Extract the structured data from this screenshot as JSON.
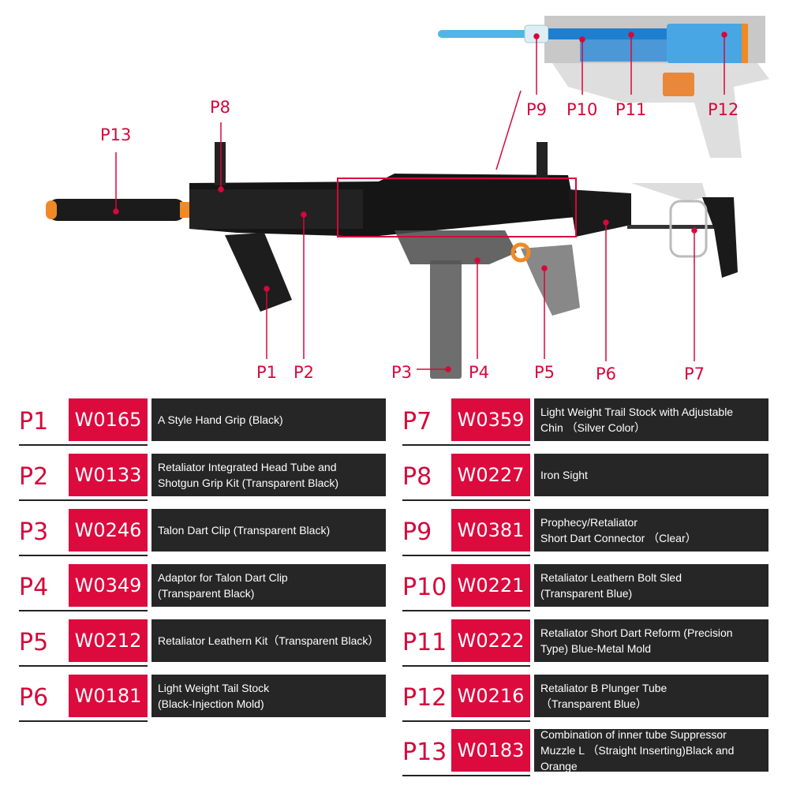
{
  "callouts": [
    "P1",
    "P2",
    "P3",
    "P4",
    "P5",
    "P6",
    "P7",
    "P8",
    "P9",
    "P10",
    "P11",
    "P12",
    "P13"
  ],
  "parts_left": [
    {
      "id": "P1",
      "code": "W0165",
      "desc": "A  Style Hand Grip (Black)"
    },
    {
      "id": "P2",
      "code": "W0133",
      "desc": "Retaliator Integrated Head Tube and\nShotgun Grip Kit (Transparent Black)"
    },
    {
      "id": "P3",
      "code": "W0246",
      "desc": "Talon Dart Clip (Transparent Black)"
    },
    {
      "id": "P4",
      "code": "W0349",
      "desc": "Adaptor for Talon Dart Clip\n(Transparent Black)"
    },
    {
      "id": "P5",
      "code": "W0212",
      "desc": "Retaliator Leathern Kit（Transparent Black）"
    },
    {
      "id": "P6",
      "code": "W0181",
      "desc": "Light Weight Tail Stock\n(Black-Injection Mold)"
    }
  ],
  "parts_right": [
    {
      "id": "P7",
      "code": "W0359",
      "desc": "Light Weight Trail Stock with Adjustable\nChin （Silver Color）"
    },
    {
      "id": "P8",
      "code": "W0227",
      "desc": "Iron Sight"
    },
    {
      "id": "P9",
      "code": "W0381",
      "desc": "Prophecy/Retaliator\nShort Dart Connector （Clear）"
    },
    {
      "id": "P10",
      "code": "W0221",
      "desc": "Retaliator Leathern Bolt Sled\n(Transparent Blue)"
    },
    {
      "id": "P11",
      "code": "W0222",
      "desc": "Retaliator Short Dart Reform (Precision\nType) Blue-Metal Mold"
    },
    {
      "id": "P12",
      "code": "W0216",
      "desc": "Retaliator  B Plunger Tube\n （Transparent Blue）"
    },
    {
      "id": "P13",
      "code": "W0183",
      "desc": "Combination of inner tube Suppressor\nMuzzle L （Straight Inserting)Black and Orange"
    }
  ],
  "colors": {
    "accent": "#dc0a3d",
    "desc_bg": "#262626"
  }
}
